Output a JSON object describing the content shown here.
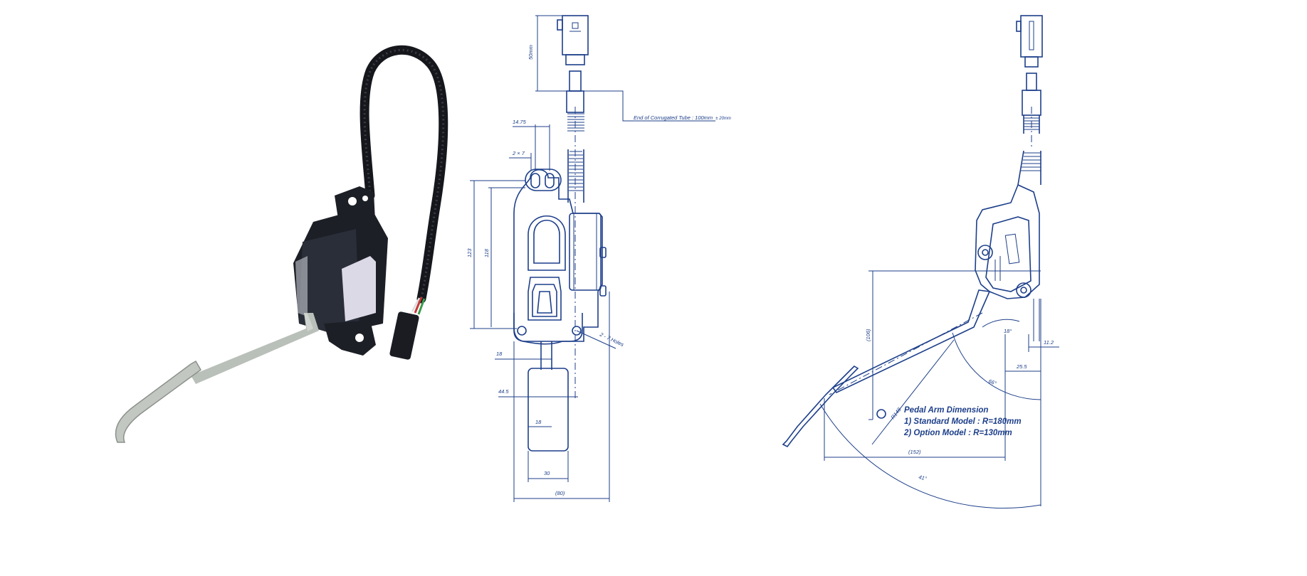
{
  "front_view": {
    "connector_length": "50mm",
    "tube_note": "End of Corrugated Tube : 100mm",
    "tube_tolerance": "± 20mm",
    "dim_top_hole_spacing": "14.75",
    "dim_slot": "2 × 7",
    "dim_overall_height": "123",
    "dim_inner_height": "118",
    "dim_mount_holes": "2 - 7 Holes",
    "dim_18_upper": "18",
    "dim_44_5": "44.5",
    "dim_18_lower": "18",
    "dim_30": "30",
    "dim_80": "(80)"
  },
  "side_view": {
    "dim_106": "(106)",
    "dim_18_deg": "18°",
    "dim_11_2": "11.2",
    "dim_25_5": "25.5",
    "dim_66_deg": "66°",
    "dim_r148": "R148",
    "dim_152": "(152)",
    "dim_41_deg": "41°",
    "note_title": "Pedal Arm Dimension",
    "note_line1": "1) Standard Model : R=180mm",
    "note_line2": "2) Option Model : R=130mm"
  },
  "colors": {
    "drawing": "#1d3f8a",
    "housing": "#1c1f26",
    "label_plate": "#dcd9e6",
    "pedal": "#b9bfb9"
  }
}
